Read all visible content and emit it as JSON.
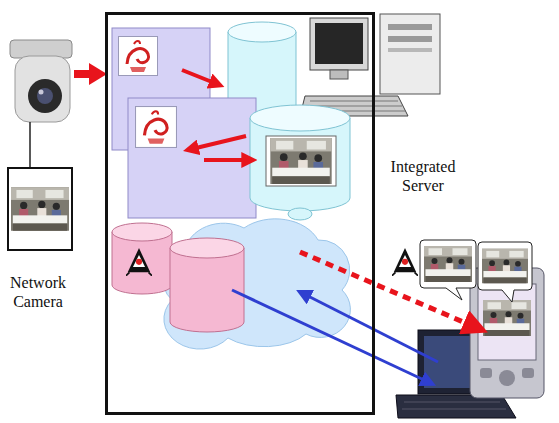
{
  "diagram": {
    "nodes": [
      {
        "text": [
          "Network Camera"
        ]
      },
      {
        "text": [
          "Integrated Server"
        ]
      }
    ],
    "edges": [
      {
        "from": 0,
        "to": 1,
        "arrow": "to"
      }
    ]
  }
}
